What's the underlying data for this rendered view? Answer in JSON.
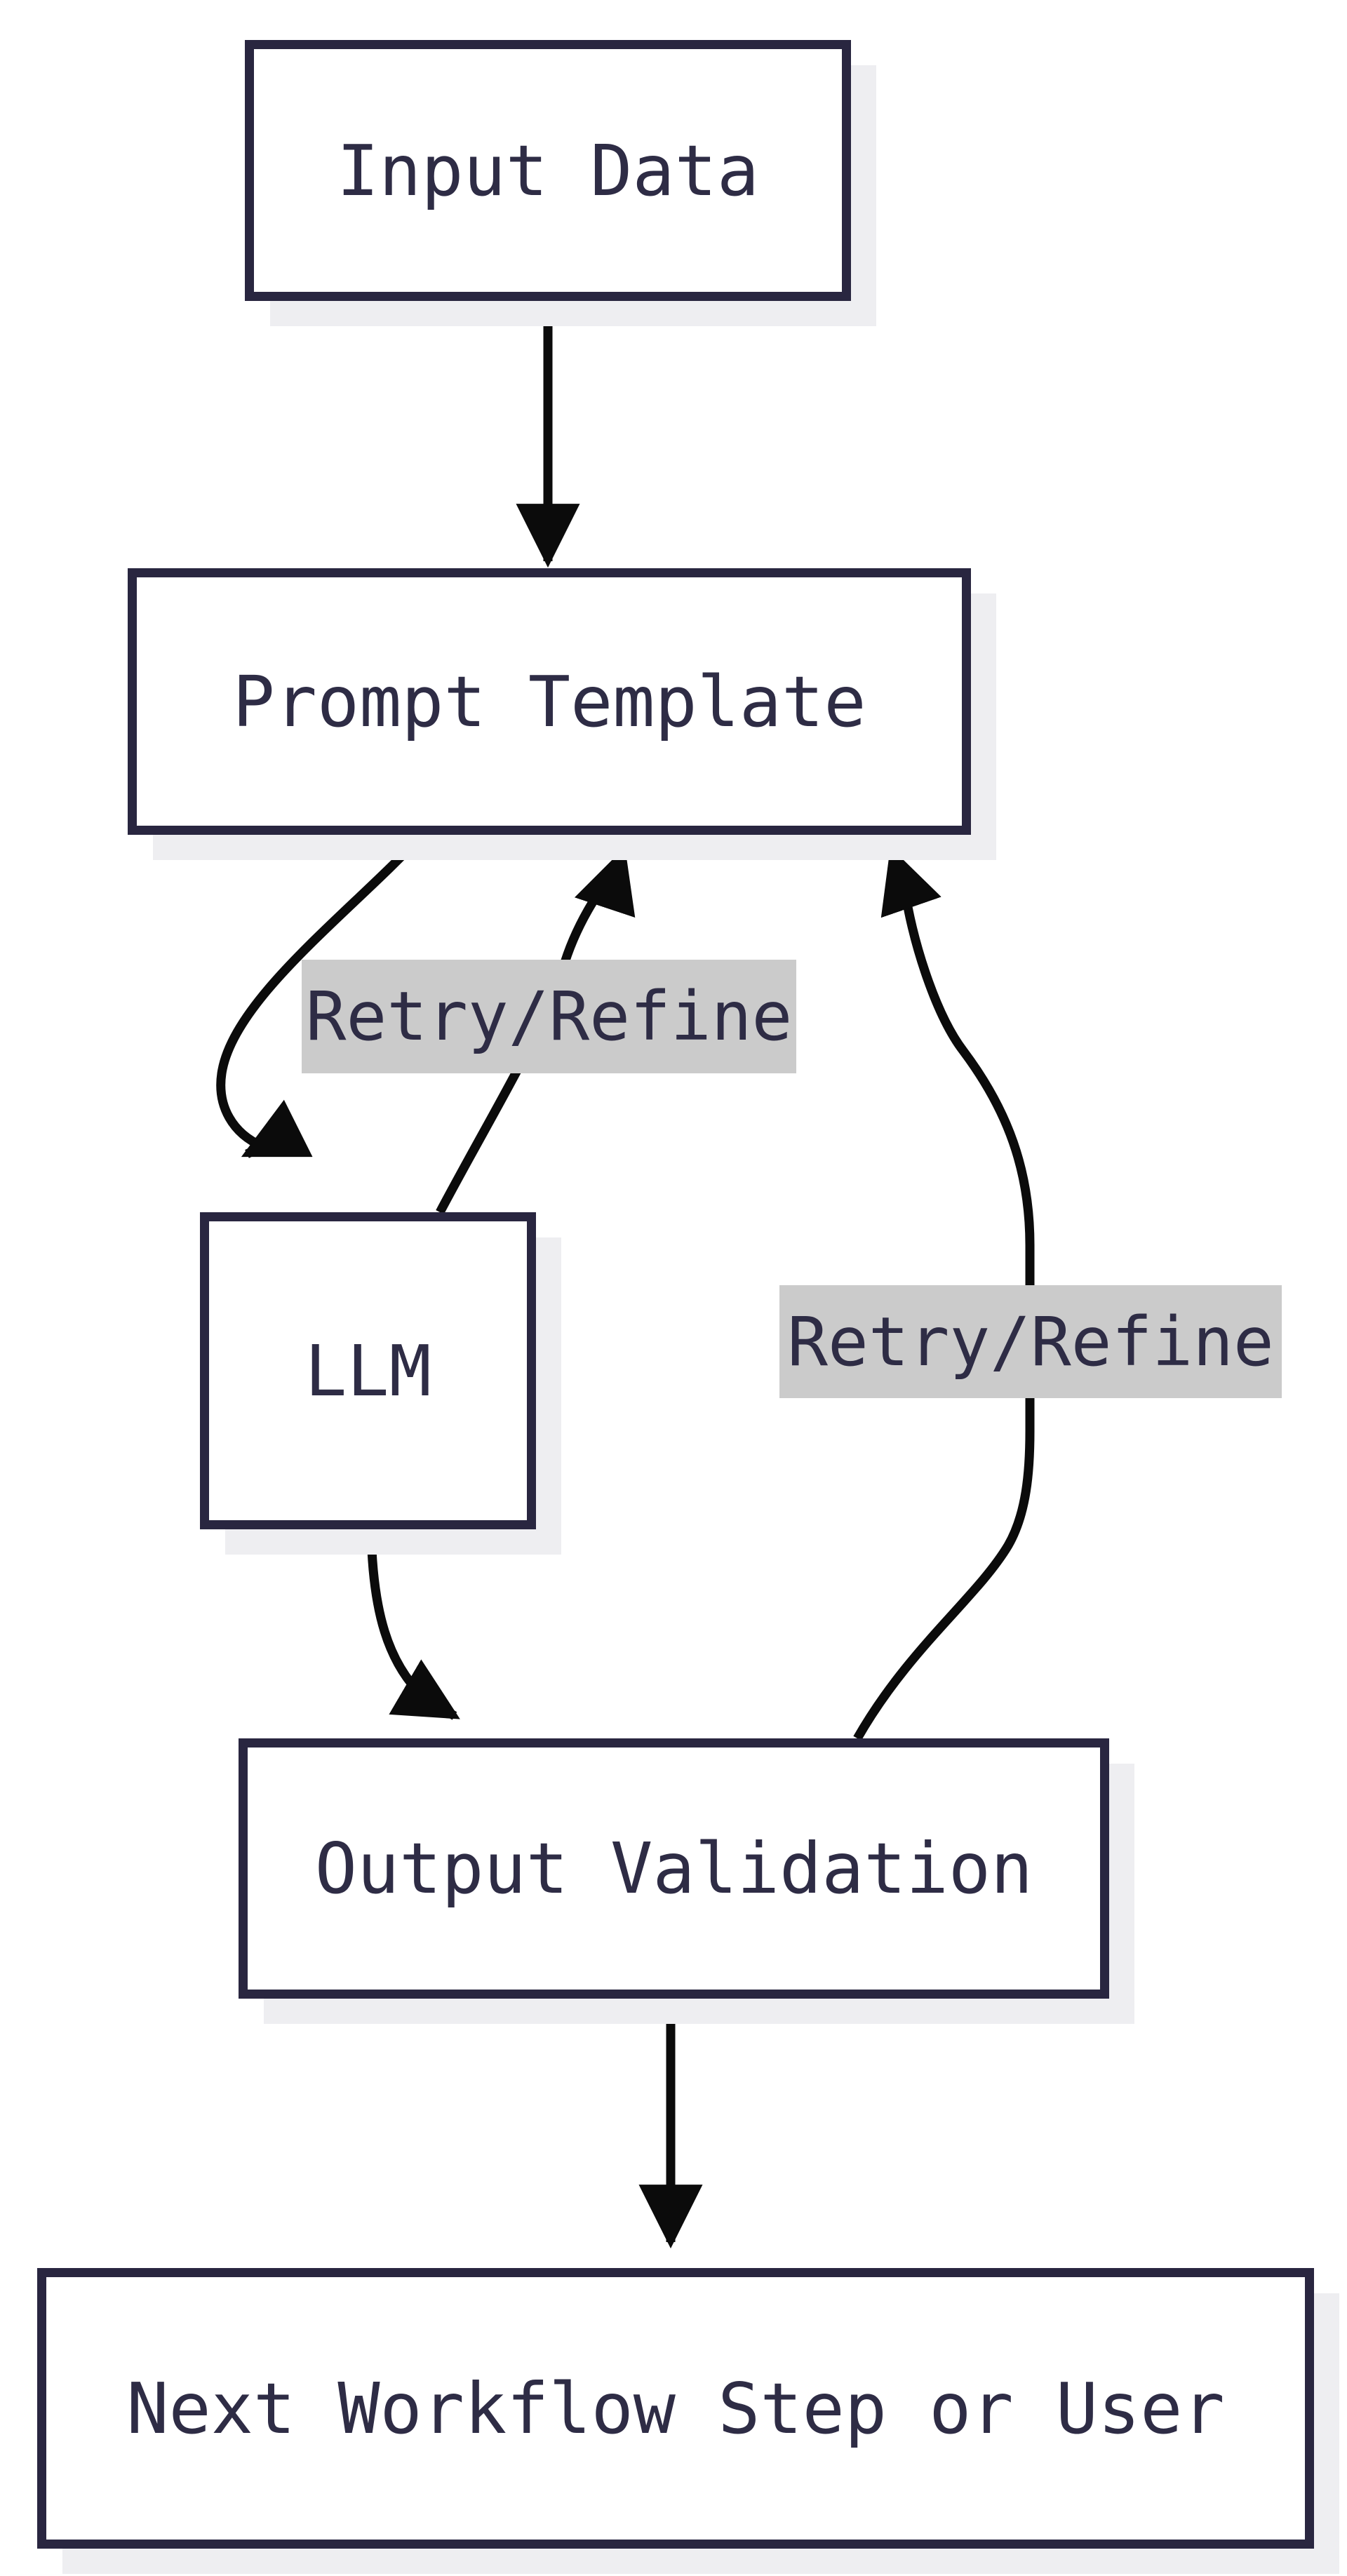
{
  "diagram": {
    "type": "flowchart",
    "direction": "top-down",
    "nodes": [
      {
        "id": "input",
        "label": "Input Data"
      },
      {
        "id": "prompt",
        "label": "Prompt Template"
      },
      {
        "id": "llm",
        "label": "LLM"
      },
      {
        "id": "validation",
        "label": "Output Validation"
      },
      {
        "id": "next",
        "label": "Next Workflow Step or User"
      }
    ],
    "edges": [
      {
        "from": "Input Data",
        "to": "Prompt Template",
        "label": ""
      },
      {
        "from": "Prompt Template",
        "to": "LLM",
        "label": ""
      },
      {
        "from": "LLM",
        "to": "Prompt Template",
        "label": "Retry/Refine"
      },
      {
        "from": "LLM",
        "to": "Output Validation",
        "label": ""
      },
      {
        "from": "Output Validation",
        "to": "Prompt Template",
        "label": "Retry/Refine"
      },
      {
        "from": "Output Validation",
        "to": "Next Workflow Step or User",
        "label": ""
      }
    ],
    "edge_labels": [
      {
        "id": "retry-left",
        "label": "Retry/Refine"
      },
      {
        "id": "retry-right",
        "label": "Retry/Refine"
      }
    ],
    "colors": {
      "node_border": "#292640",
      "node_text": "#2e2c45",
      "node_fill": "#ffffff",
      "edge": "#0b0b0b",
      "edge_label_bg": "#cbcbcb",
      "node_shadow": "#eeeef1",
      "background": "#ffffff"
    }
  }
}
